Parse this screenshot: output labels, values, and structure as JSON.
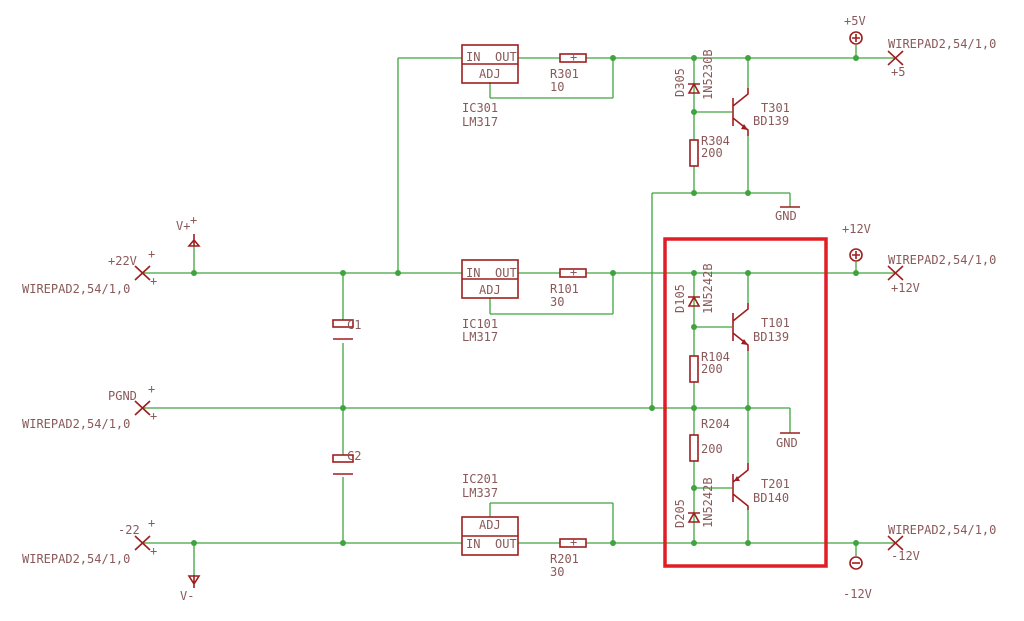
{
  "wirepads": {
    "w22v": {
      "name": "+22V",
      "part": "WIREPAD2,54/1,0"
    },
    "pgnd": {
      "name": "PGND",
      "part": "WIREPAD2,54/1,0"
    },
    "wm22": {
      "name": "-22",
      "part": "WIREPAD2,54/1,0"
    },
    "w5v": {
      "name": "+5",
      "part": "WIREPAD2,54/1,0"
    },
    "w12v": {
      "name": "+12V",
      "part": "WIREPAD2,54/1,0"
    },
    "wm12": {
      "name": "-12V",
      "part": "WIREPAD2,54/1,0"
    }
  },
  "supplies": {
    "vplus": "V+",
    "vminus": "V-",
    "p5v": "+5V",
    "p12v": "+12V",
    "m12v": "-12V",
    "gnd_top": "GND",
    "gnd_mid": "GND"
  },
  "ics": {
    "ic301": {
      "name": "IC301",
      "value": "LM317",
      "in": "IN",
      "out": "OUT",
      "adj": "ADJ"
    },
    "ic101": {
      "name": "IC101",
      "value": "LM317",
      "in": "IN",
      "out": "OUT",
      "adj": "ADJ"
    },
    "ic201": {
      "name": "IC201",
      "value": "LM337",
      "in": "IN",
      "out": "OUT",
      "adj": "ADJ"
    }
  },
  "resistors": {
    "r301": {
      "name": "R301",
      "value": "10"
    },
    "r101": {
      "name": "R101",
      "value": "30"
    },
    "r201": {
      "name": "R201",
      "value": "30"
    },
    "r304": {
      "name": "R304",
      "value": "200"
    },
    "r104": {
      "name": "R104",
      "value": "200"
    },
    "r204": {
      "name": "R204",
      "value": "200"
    }
  },
  "diodes": {
    "d305": {
      "name": "D305",
      "value": "1N5230B"
    },
    "d105": {
      "name": "D105",
      "value": "1N5242B"
    },
    "d205": {
      "name": "D205",
      "value": "1N5242B"
    }
  },
  "transistors": {
    "t301": {
      "name": "T301",
      "value": "BD139"
    },
    "t101": {
      "name": "T101",
      "value": "BD139"
    },
    "t201": {
      "name": "T201",
      "value": "BD140"
    }
  },
  "capacitors": {
    "c1": {
      "name": "C1"
    },
    "c2": {
      "name": "C2"
    }
  },
  "highlight_color": "#e01e26",
  "wire_color": "#3fa33f",
  "component_color": "#9e1e1e"
}
